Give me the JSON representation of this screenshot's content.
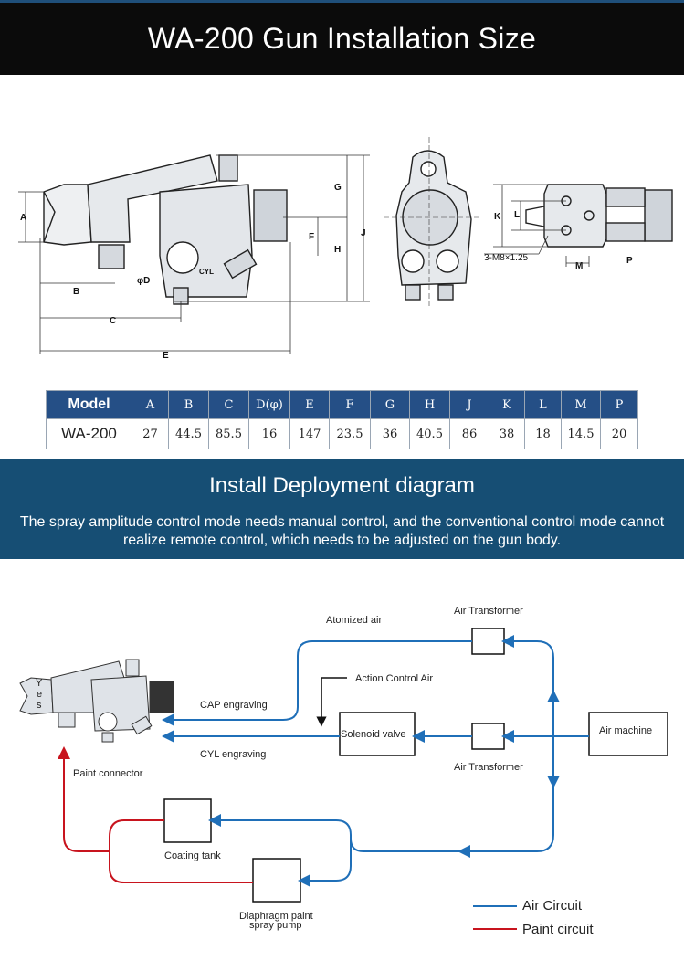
{
  "header": {
    "title": "WA-200 Gun Installation Size"
  },
  "drawing": {
    "dim_labels": [
      "A",
      "B",
      "C",
      "E",
      "φD",
      "CYL",
      "G",
      "F",
      "H",
      "J",
      "K",
      "L",
      "M",
      "P"
    ],
    "thread_note": "3-M8×1.25"
  },
  "spec_table": {
    "columns": [
      "Model",
      "A",
      "B",
      "C",
      "D(φ)",
      "E",
      "F",
      "G",
      "H",
      "J",
      "K",
      "L",
      "M",
      "P"
    ],
    "rows": [
      [
        "WA-200",
        "27",
        "44.5",
        "85.5",
        "16",
        "147",
        "23.5",
        "36",
        "40.5",
        "86",
        "38",
        "18",
        "14.5",
        "20"
      ]
    ]
  },
  "deployment": {
    "title": "Install Deployment diagram",
    "description": "The spray amplitude control mode needs manual control, and the conventional control mode cannot realize remote control, which needs to be adjusted on the gun body."
  },
  "circuit": {
    "labels": {
      "atomized_air": "Atomized air",
      "air_transformer_top": "Air Transformer",
      "action_control_air": "Action Control Air",
      "cap_engraving": "CAP engraving",
      "cyl_engraving": "CYL engraving",
      "solenoid_valve": "Solenoid valve",
      "air_machine": "Air machine",
      "air_transformer_bottom": "Air Transformer",
      "paint_connector": "Paint connector",
      "coating_tank": "Coating tank",
      "pump_line1": "Diaphragm paint",
      "pump_line2": "spray pump",
      "gun_mark_1": "Y",
      "gun_mark_2": "e",
      "gun_mark_3": "s"
    },
    "legend": [
      {
        "label": "Air Circuit",
        "color": "#1f6fb8"
      },
      {
        "label": "Paint circuit",
        "color": "#c8141e"
      }
    ]
  }
}
